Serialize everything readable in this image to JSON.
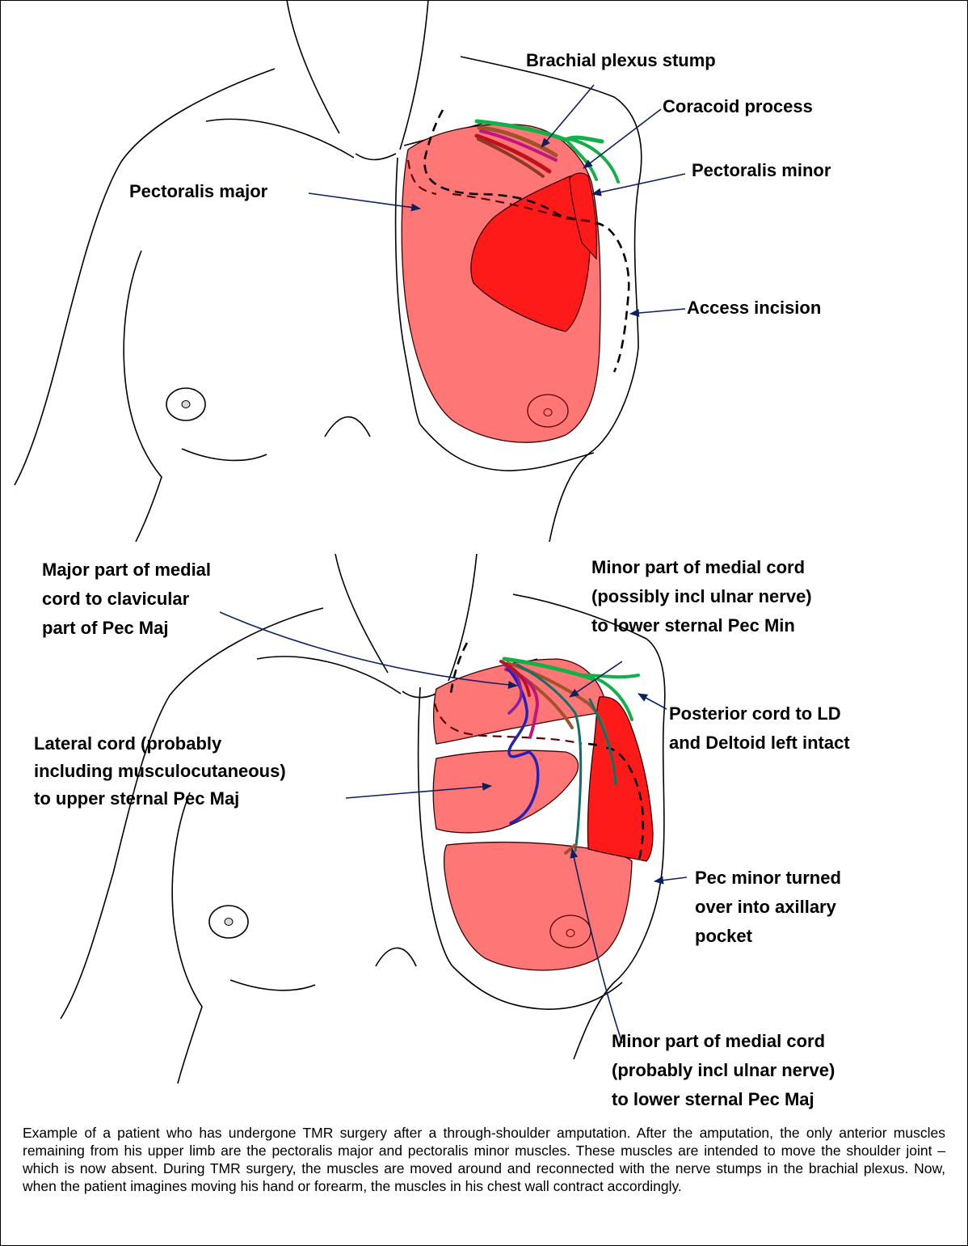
{
  "colors": {
    "pec_major": "#ff7676",
    "pec_minor": "#ff1a1a",
    "outline": "#000000",
    "nerve_green": "#13b04a",
    "nerve_brown": "#a0522d",
    "nerve_darkred": "#c0121a",
    "nerve_magenta": "#c0147e",
    "nerve_purple": "#7e22a8",
    "nerve_blue": "#2222bb",
    "nerve_teal": "#0f7066",
    "arrow": "#0d2060"
  },
  "panel_top": {
    "labels": {
      "brachial_plexus_stump": "Brachial plexus stump",
      "coracoid_process": "Coracoid process",
      "pectoralis_minor": "Pectoralis minor",
      "pectoralis_major": "Pectoralis major",
      "access_incision": "Access incision"
    }
  },
  "panel_bottom": {
    "labels": {
      "major_medial_to_clavicular": "Major part of medial\ncord to clavicular\npart of Pec Maj",
      "minor_medial_to_pec_min": "Minor part of medial cord\n(possibly incl ulnar nerve)\nto lower sternal Pec Min",
      "posterior_cord": "Posterior cord to LD\nand Deltoid left intact",
      "lateral_cord": "Lateral cord (probably\nincluding musculocutaneous)\nto upper sternal Pec Maj",
      "pec_minor_turned": "Pec minor turned\nover into axillary\npocket",
      "minor_medial_to_lower_pec_maj": "Minor part of medial cord\n(probably incl ulnar nerve)\nto lower sternal Pec Maj"
    }
  },
  "caption": "Example of a patient who has undergone TMR surgery after a through-shoulder amputation. After the amputation, the only anterior muscles remaining from his upper limb are the pectoralis major and pectoralis minor muscles. These muscles are intended to move the shoulder joint – which is now absent. During TMR surgery, the muscles are moved around and reconnected with the nerve stumps in the brachial plexus. Now, when the patient imagines moving his hand or forearm, the muscles in his chest wall contract accordingly."
}
